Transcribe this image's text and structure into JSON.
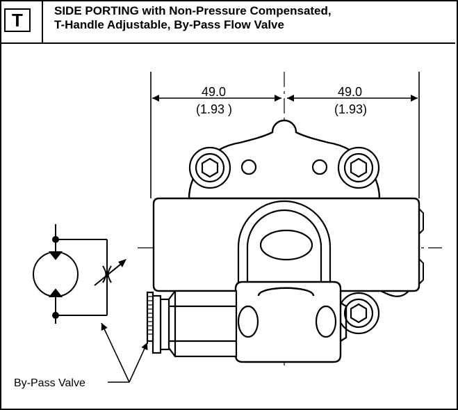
{
  "header": {
    "badge": "T",
    "title_line1": "SIDE PORTING with Non-Pressure Compensated,",
    "title_line2": "T-Handle Adjustable, By-Pass Flow Valve"
  },
  "dimensions": {
    "left_mm": "49.0",
    "left_in": "(1.93 )",
    "right_mm": "49.0",
    "right_in": "(1.93)"
  },
  "callout": {
    "label": "By-Pass Valve"
  }
}
